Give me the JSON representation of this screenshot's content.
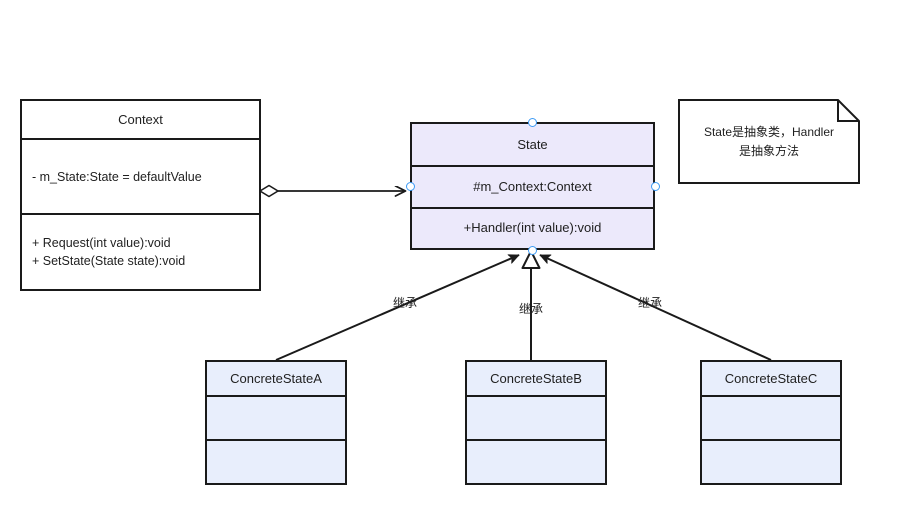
{
  "diagram": {
    "type": "uml-class-diagram",
    "pattern": "State",
    "background": "#ffffff",
    "palette": {
      "stroke": "#1a1a1a",
      "selected_fill": "#ece9fb",
      "concrete_fill": "#e8eefc",
      "plain_fill": "#ffffff",
      "handle_stroke": "#3d9bf5",
      "text": "#1f1f1f"
    }
  },
  "classes": {
    "context": {
      "name": "Context",
      "attributes": [
        "- m_State:State = defaultValue"
      ],
      "methods": [
        "+ Request(int value):void",
        "+ SetState(State state):void"
      ]
    },
    "state": {
      "name": "State",
      "attributes": [
        "#m_Context:Context"
      ],
      "methods": [
        "+Handler(int value):void"
      ],
      "selected": true
    },
    "concrete_a": {
      "name": "ConcreteStateA",
      "attributes": [
        ""
      ],
      "methods": [
        ""
      ]
    },
    "concrete_b": {
      "name": "ConcreteStateB",
      "attributes": [
        ""
      ],
      "methods": [
        ""
      ]
    },
    "concrete_c": {
      "name": "ConcreteStateC",
      "attributes": [
        ""
      ],
      "methods": [
        ""
      ]
    }
  },
  "note": {
    "text": "State是抽象类，Handler是抽象方法",
    "line1": "State是抽象类，Handler",
    "line2": "是抽象方法"
  },
  "relations": [
    {
      "id": "assoc",
      "from": "Context",
      "to": "State",
      "kind": "aggregation",
      "source_decoration": "hollow-diamond",
      "target_decoration": "open-arrow",
      "label": ""
    },
    {
      "id": "inherit-a",
      "from": "ConcreteStateA",
      "to": "State",
      "kind": "generalization",
      "label": "继承"
    },
    {
      "id": "inherit-b",
      "from": "ConcreteStateB",
      "to": "State",
      "kind": "generalization",
      "label": "继承"
    },
    {
      "id": "inherit-c",
      "from": "ConcreteStateC",
      "to": "State",
      "kind": "generalization",
      "label": "继承"
    }
  ]
}
